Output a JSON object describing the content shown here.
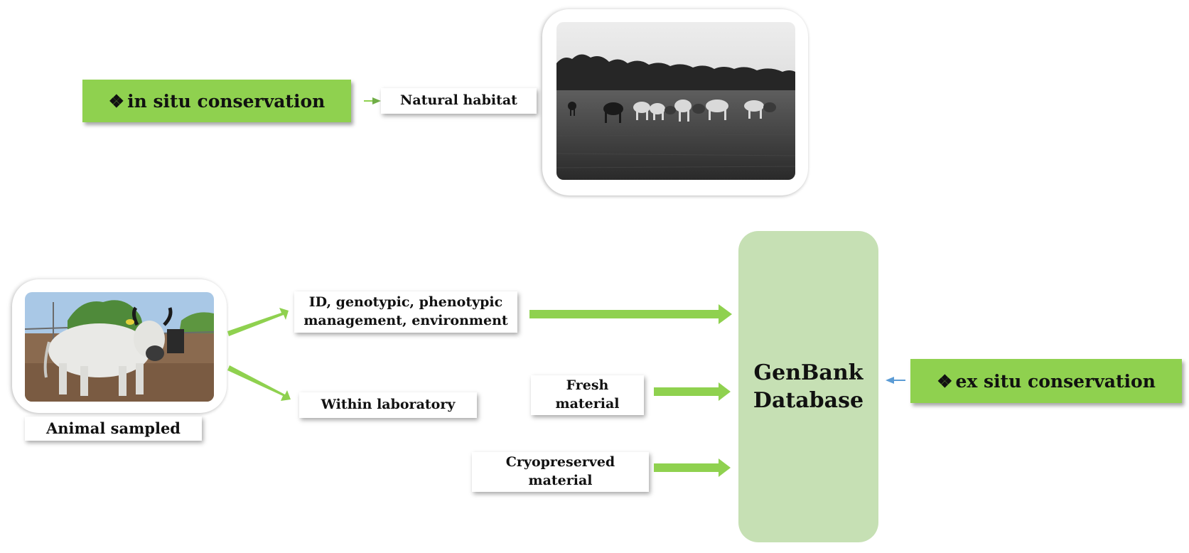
{
  "in_situ": {
    "bullet": "❖",
    "label": "in situ conservation",
    "habitat_label": "Natural habitat"
  },
  "ex_situ": {
    "bullet": "❖",
    "label": "ex situ conservation"
  },
  "animal": {
    "label": "Animal sampled"
  },
  "records_box": {
    "line1": "ID, genotypic, phenotypic",
    "line2": "management, environment"
  },
  "lab_box": {
    "label": "Within laboratory"
  },
  "fresh_box": {
    "line1": "Fresh",
    "line2": "material"
  },
  "cryo_box": {
    "line1": "Cryopreserved",
    "line2": "material"
  },
  "genbank": {
    "line1": "GenBank",
    "line2": "Database"
  },
  "colors": {
    "green_box": "#8fd14f",
    "green_arrow": "#8fd14f",
    "genbank_fill": "#c6e0b4",
    "blue_arrow": "#5b9bd5"
  }
}
